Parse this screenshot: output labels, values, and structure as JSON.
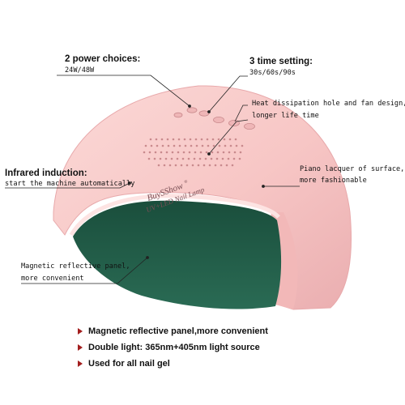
{
  "annotations": {
    "power": {
      "title": "2 power choices:",
      "detail": "24W/48W"
    },
    "timer": {
      "title": "3 time setting:",
      "detail": "30s/60s/90s"
    },
    "heat": {
      "line1": "Heat dissipation hole and fan design,",
      "line2": "longer life time"
    },
    "infrared": {
      "title": "Infrared induction:",
      "detail": "start the machine automatically"
    },
    "piano": {
      "line1": "Piano lacquer of surface,",
      "line2": "more fashionable"
    },
    "magnetic": {
      "line1": "Magnetic reflective panel,",
      "line2": "more convenient"
    }
  },
  "lamp": {
    "brand": "BuySShow",
    "trademark": "®",
    "model": "UV+LED Nail Lamp",
    "body_color": "#f7c7c6",
    "interior_color": "#1f5a45"
  },
  "features": [
    {
      "text": "Magnetic reflective panel,more convenient"
    },
    {
      "text": "Double light:  365nm+405nm light source"
    },
    {
      "text": "Used for all nail gel"
    }
  ],
  "colors": {
    "bullet": "#a31e1e",
    "text": "#111111"
  }
}
